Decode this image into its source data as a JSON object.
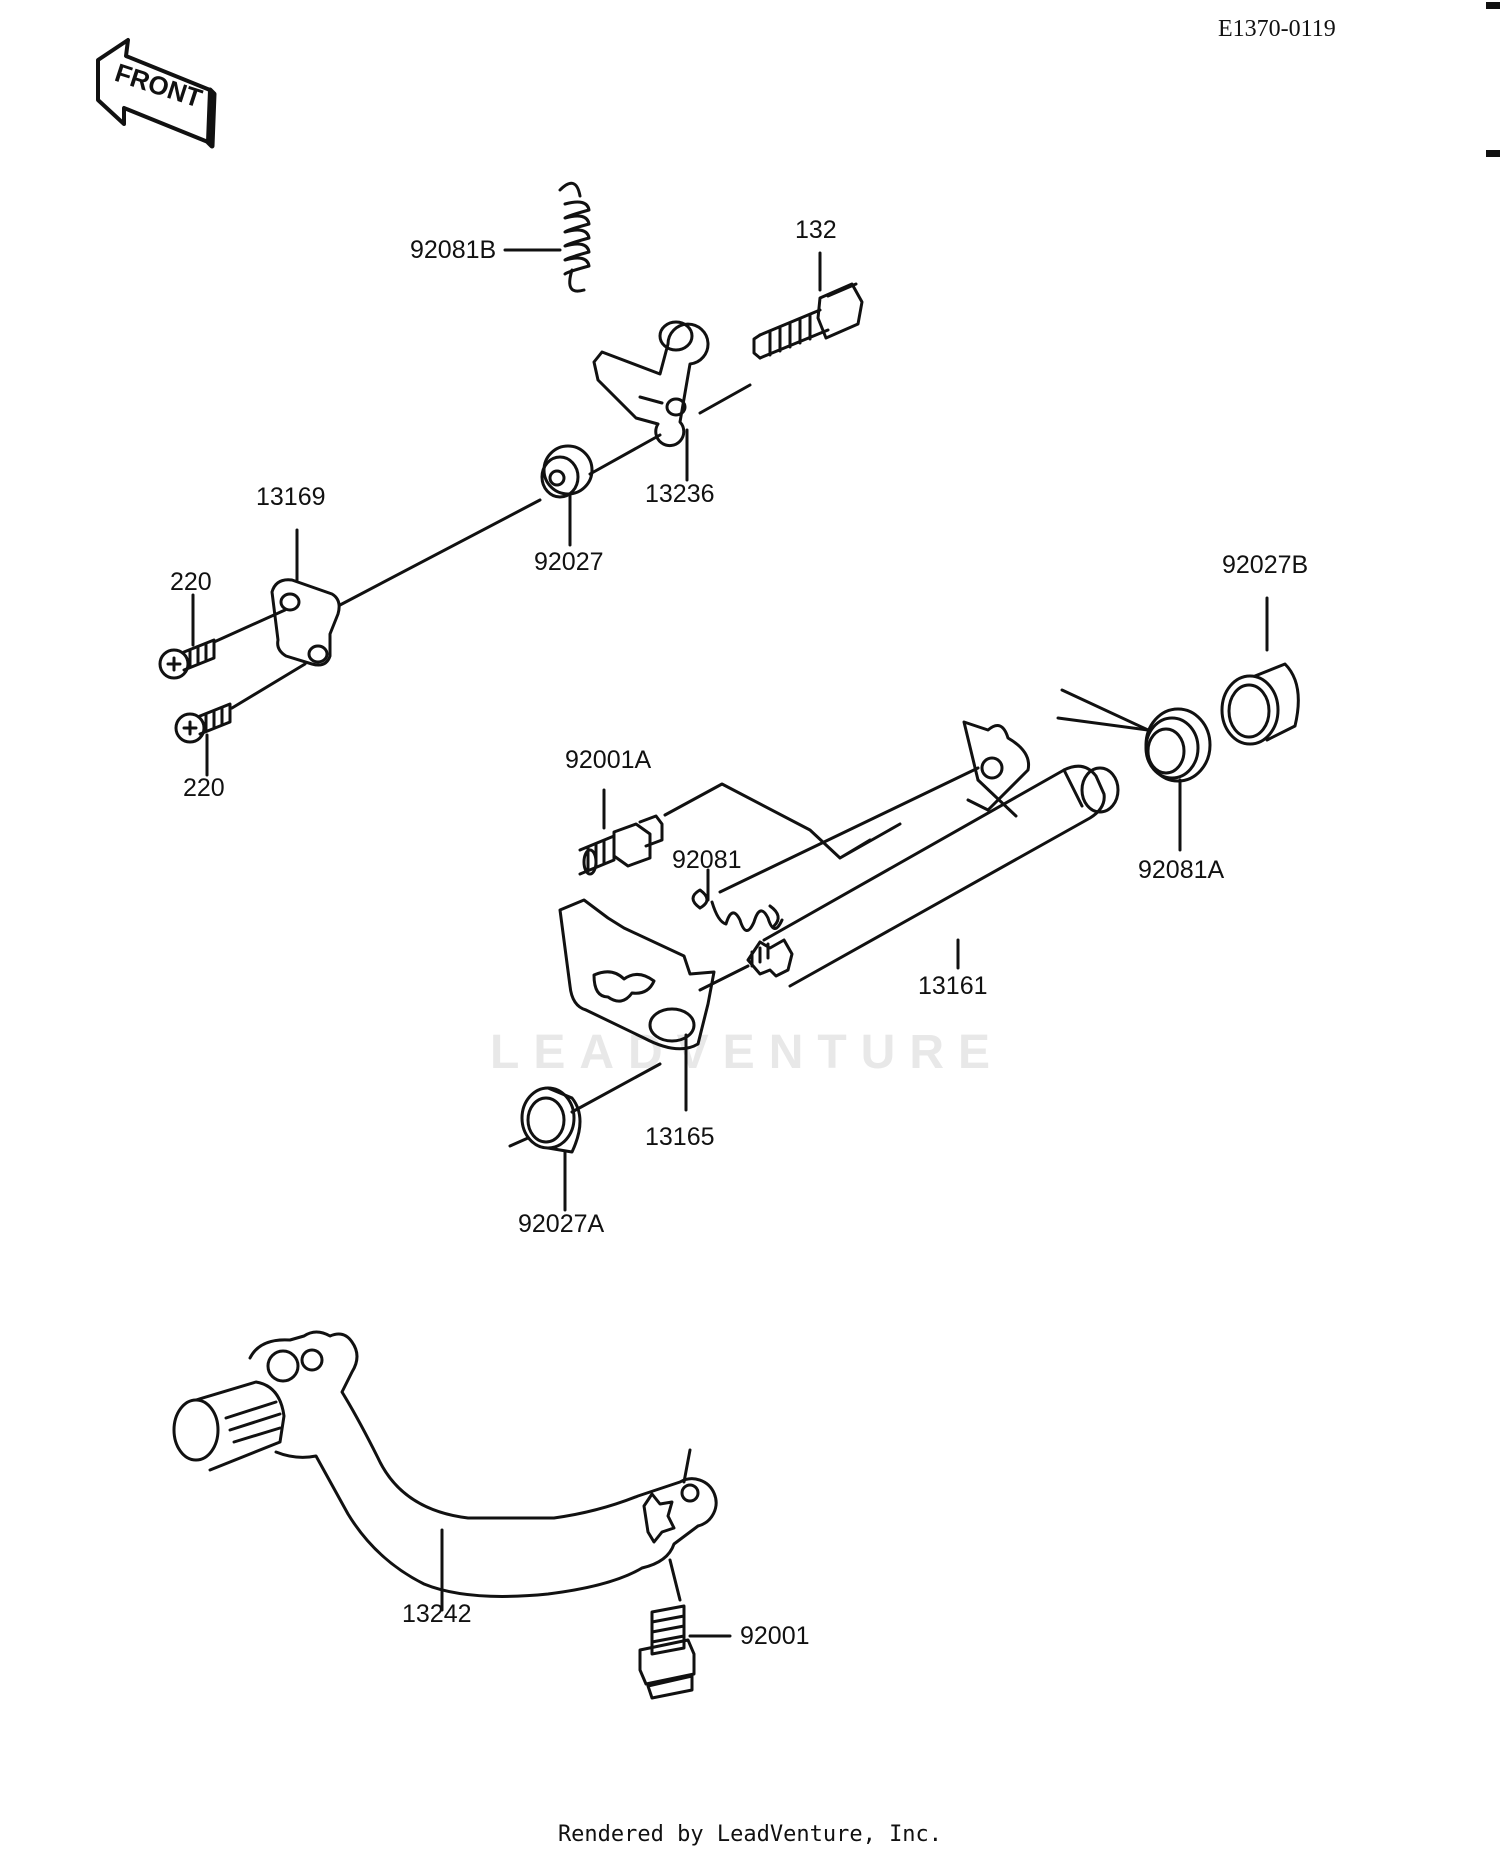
{
  "diagram_id": "E1370-0119",
  "front_arrow_label": "FRONT",
  "watermark": "LEADVENTURE",
  "footer": "Rendered by LeadVenture, Inc.",
  "parts": {
    "p92081B": "92081B",
    "p132": "132",
    "p13236": "13236",
    "p13169": "13169",
    "p220_top": "220",
    "p220_bottom": "220",
    "p92027": "92027",
    "p92027B": "92027B",
    "p92001A": "92001A",
    "p92081": "92081",
    "p92081A": "92081A",
    "p13161": "13161",
    "p13165": "13165",
    "p92027A": "92027A",
    "p13242": "13242",
    "p92001": "92001"
  }
}
